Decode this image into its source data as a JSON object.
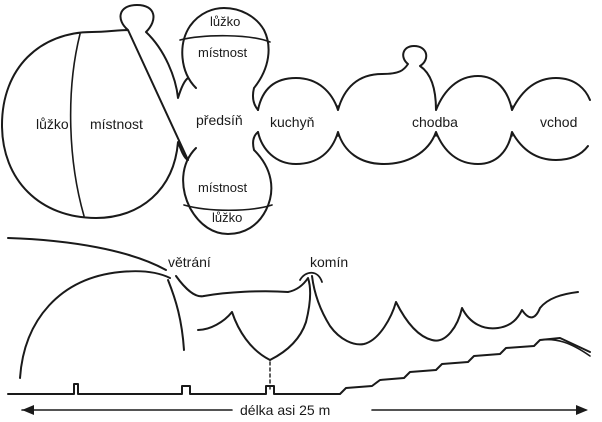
{
  "plan": {
    "lozko_big": "lůžko",
    "mistnost_big": "místnost",
    "lozko_top": "lůžko",
    "mistnost_top": "místnost",
    "predsin": "předsíň",
    "kuchyn": "kuchyň",
    "chodba": "chodba",
    "vchod": "vchod",
    "mistnost_bottom": "místnost",
    "lozko_bottom": "lůžko"
  },
  "section": {
    "vetrani": "větrání",
    "komin": "komín"
  },
  "scale": {
    "label": "délka asi 25 m"
  }
}
